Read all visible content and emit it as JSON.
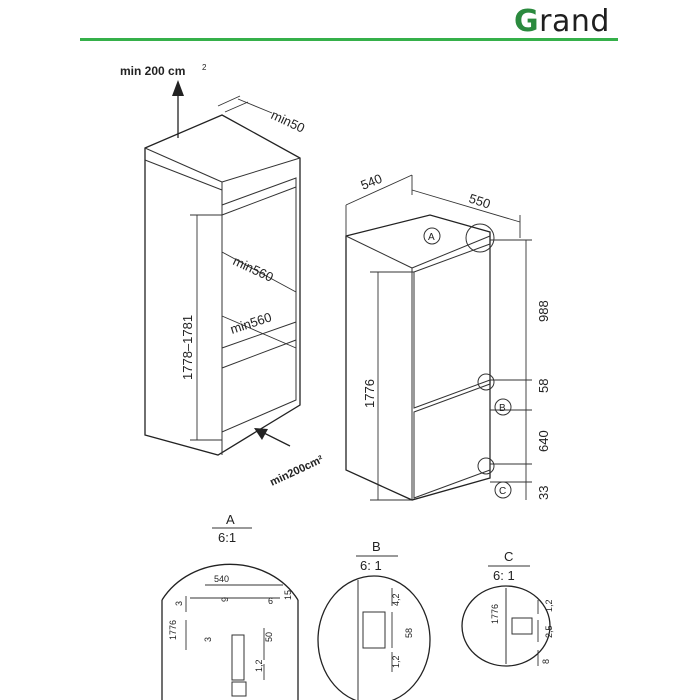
{
  "brand": {
    "logo_g": "G",
    "logo_rest": "rand",
    "accent": "#35b04a"
  },
  "niche": {
    "top_clearance": "min 200 cm",
    "top_clearance_sup": "2",
    "depth_gap": "min50",
    "height_range": "1778–1781",
    "width_upper": "min560",
    "width_lower": "min560",
    "bottom_vent": "min200cm²"
  },
  "appliance": {
    "width": "540",
    "depth": "550",
    "height": "1776",
    "upper_door": "988",
    "gap": "58",
    "lower_door": "640",
    "bottom": "33",
    "marker_a": "A",
    "marker_b": "B",
    "marker_c": "C"
  },
  "details": {
    "a": {
      "title": "A",
      "scale": "6:1",
      "d540": "540",
      "d3a": "3",
      "d9": "9",
      "d6": "6",
      "d15": "15",
      "d1776": "1776",
      "d3b": "3",
      "d50": "50",
      "d12": "1,2"
    },
    "b": {
      "title": "B",
      "scale": "6: 1",
      "d42": "4,2",
      "d58": "58",
      "d12": "1,2"
    },
    "c": {
      "title": "C",
      "scale": "6: 1",
      "d1776": "1776",
      "d12": "1,2",
      "d25": "2,5",
      "d8": "8"
    }
  }
}
